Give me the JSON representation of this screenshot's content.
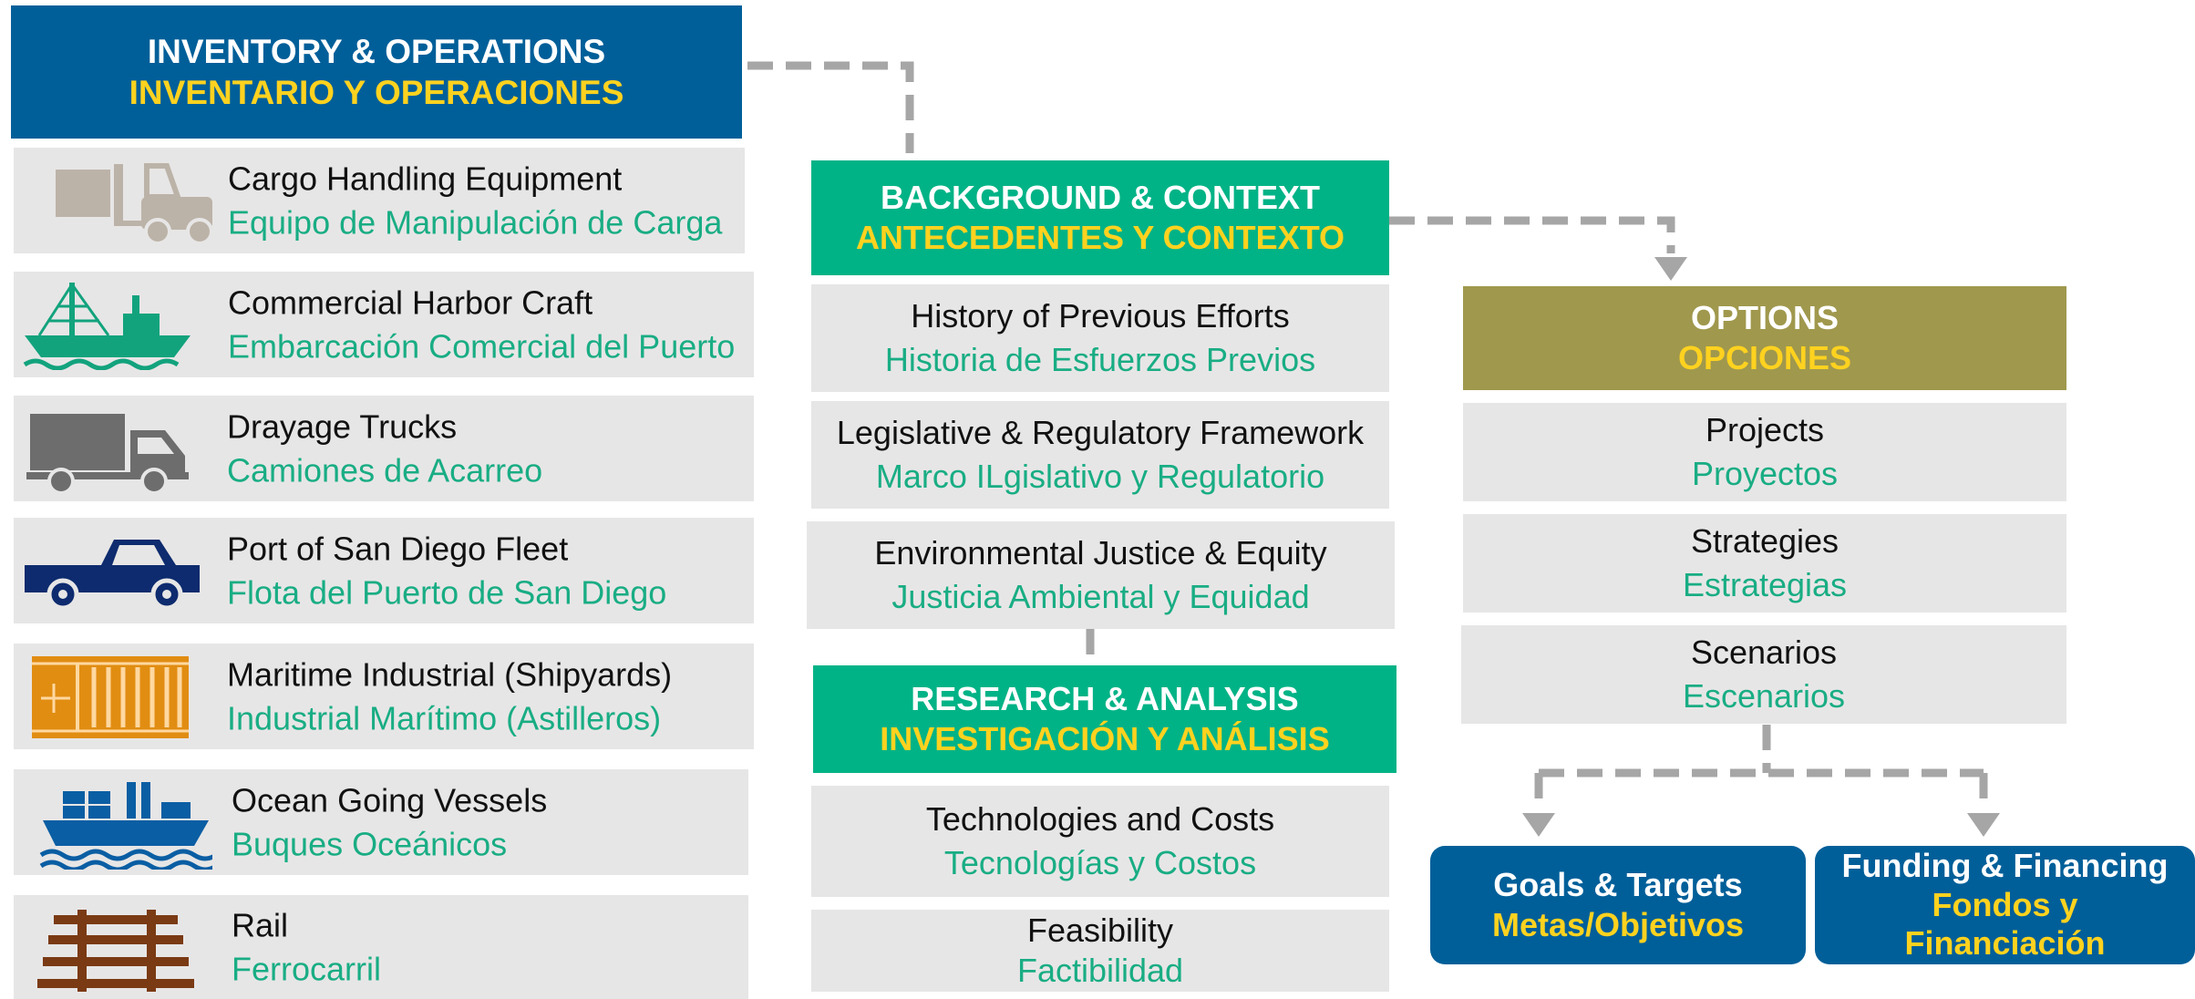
{
  "inventory": {
    "title_en": "INVENTORY & OPERATIONS",
    "title_es": "INVENTARIO Y OPERACIONES",
    "items": [
      {
        "en": "Cargo Handling Equipment",
        "es": "Equipo de Manipulación de Carga",
        "icon": "forklift-icon"
      },
      {
        "en": "Commercial Harbor Craft",
        "es": "Embarcación Comercial del Puerto",
        "icon": "fishing-boat-icon"
      },
      {
        "en": "Drayage Trucks",
        "es": "Camiones de Acarreo",
        "icon": "truck-icon"
      },
      {
        "en": "Port of San Diego Fleet",
        "es": "Flota del Puerto de San Diego",
        "icon": "pickup-truck-icon"
      },
      {
        "en": "Maritime Industrial (Shipyards)",
        "es": "Industrial Marítimo (Astilleros)",
        "icon": "shipping-container-icon"
      },
      {
        "en": "Ocean Going Vessels",
        "es": "Buques Oceánicos",
        "icon": "cargo-ship-icon"
      },
      {
        "en": "Rail",
        "es": "Ferrocarril",
        "icon": "railroad-track-icon"
      }
    ]
  },
  "background": {
    "title_en": "BACKGROUND & CONTEXT",
    "title_es": "ANTECEDENTES Y CONTEXTO",
    "items": [
      {
        "en": "History of Previous Efforts",
        "es": "Historia de Esfuerzos Previos"
      },
      {
        "en": "Legislative & Regulatory Framework",
        "es": "Marco ILgislativo y Regulatorio"
      },
      {
        "en": "Environmental Justice & Equity",
        "es": "Justicia Ambiental y Equidad"
      }
    ]
  },
  "research": {
    "title_en": "RESEARCH & ANALYSIS",
    "title_es": "INVESTIGACIÓN Y ANÁLISIS",
    "items": [
      {
        "en": "Technologies and Costs",
        "es": "Tecnologías y Costos"
      },
      {
        "en": "Feasibility",
        "es": "Factibilidad"
      }
    ]
  },
  "options": {
    "title_en": "OPTIONS",
    "title_es": "OPCIONES",
    "items": [
      {
        "en": "Projects",
        "es": "Proyectos"
      },
      {
        "en": "Strategies",
        "es": "Estrategias"
      },
      {
        "en": "Scenarios",
        "es": "Escenarios"
      }
    ]
  },
  "goals": {
    "en": "Goals & Targets",
    "es": "Metas/Objetivos"
  },
  "funding": {
    "en": "Funding & Financing",
    "es_line1": "Fondos y",
    "es_line2": "Financiación"
  },
  "colors": {
    "navy": "#005f99",
    "green": "#00b386",
    "olive": "#a0984d",
    "gray_box": "#e7e6e6",
    "yellow": "#ffd21f",
    "spanish_text": "#19ad84",
    "connector": "#a6a6a6"
  }
}
